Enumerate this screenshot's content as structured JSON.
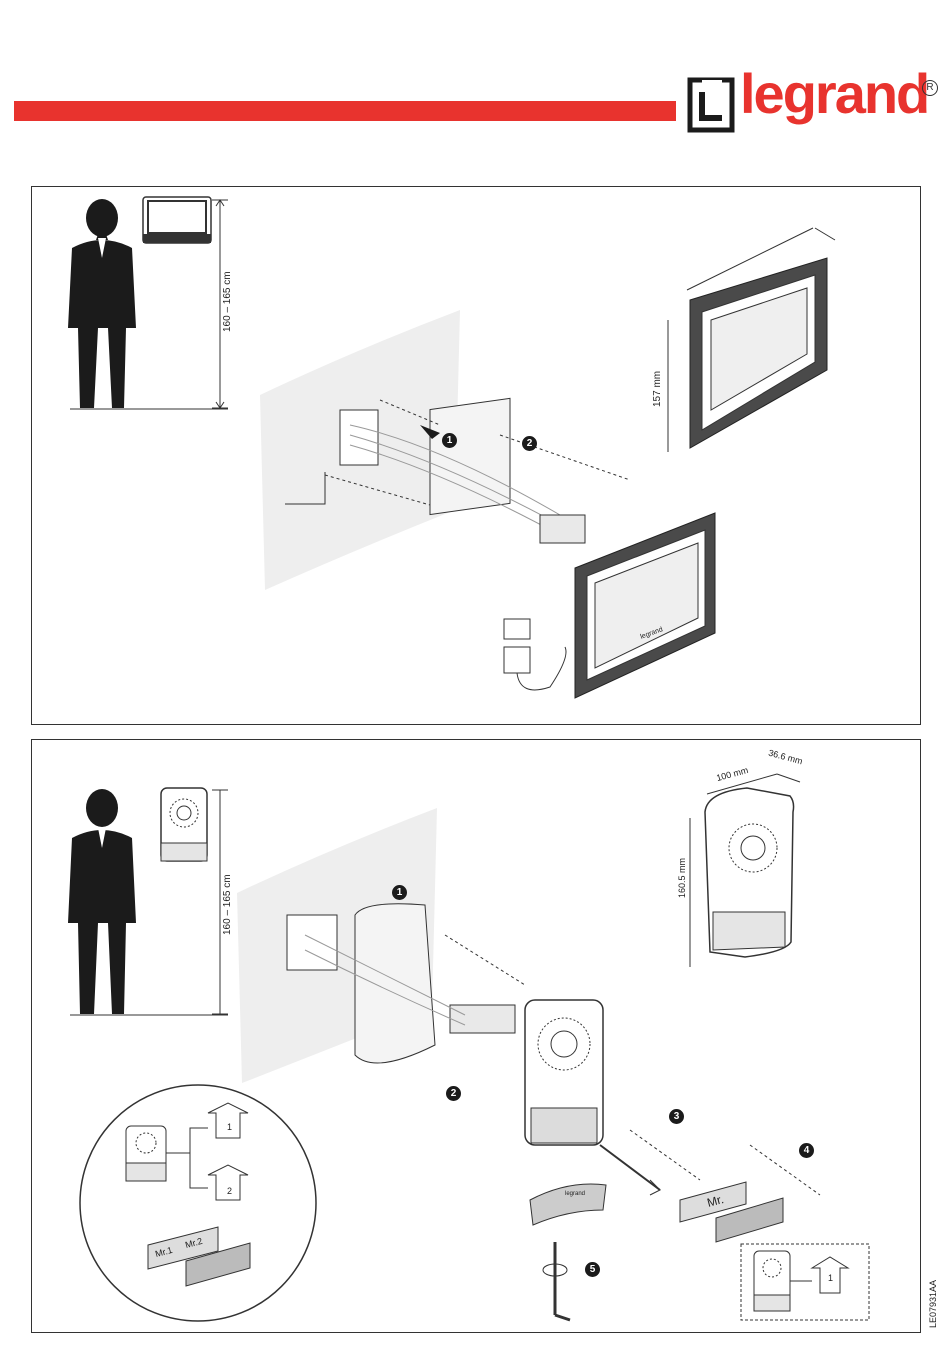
{
  "header": {
    "brand": "legrand",
    "registered_mark": "R",
    "brand_color": "#e8332e"
  },
  "panel_top": {
    "height_range": "160 – 165 cm",
    "monitor_height": "157 mm",
    "steps": [
      "1",
      "2"
    ],
    "monitor_logo": "legrand"
  },
  "panel_bottom": {
    "height_range": "160 – 165 cm",
    "width": "100 mm",
    "depth": "36.6 mm",
    "height": "160.5 mm",
    "steps": [
      "1",
      "2",
      "3",
      "4",
      "5"
    ],
    "label_options": [
      "1",
      "2"
    ],
    "name_tags_double": [
      "Mr.1",
      "Mr.2"
    ],
    "name_tag_single": "Mr.",
    "single_option": "1",
    "panel_logo": "legrand"
  },
  "document_code": "LE07931AA"
}
